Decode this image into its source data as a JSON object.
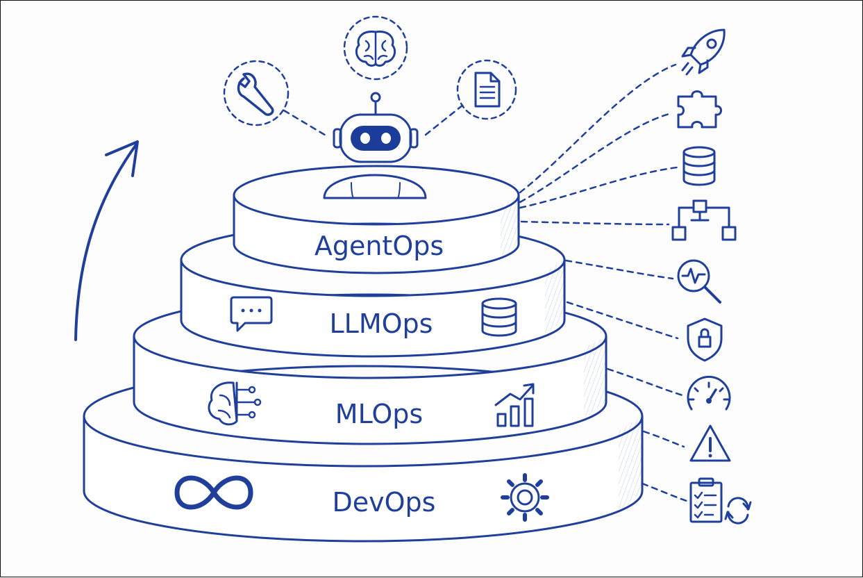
{
  "diagram": {
    "layers": [
      {
        "id": "agentops",
        "label": "AgentOps"
      },
      {
        "id": "llmops",
        "label": "LLMOps"
      },
      {
        "id": "mlops",
        "label": "MLOps"
      },
      {
        "id": "devops",
        "label": "DevOps"
      }
    ],
    "layer_icons": {
      "llmops": [
        "chat-bubble-icon",
        "database-icon"
      ],
      "mlops": [
        "brain-circuit-icon",
        "growth-chart-icon"
      ],
      "devops": [
        "infinity-icon",
        "gear-icon"
      ]
    },
    "agent_icons": [
      "wrench-icon",
      "brain-icon",
      "document-icon",
      "robot-icon"
    ],
    "side_icons": [
      "rocket-icon",
      "puzzle-icon",
      "database-icon",
      "hierarchy-icon",
      "monitoring-search-icon",
      "security-shield-icon",
      "gauge-icon",
      "warning-icon",
      "checklist-sync-icon"
    ],
    "colors": {
      "ink": "#1f3f9a",
      "robot_face": "#1b3d99",
      "background": "#fdfdfd"
    }
  }
}
